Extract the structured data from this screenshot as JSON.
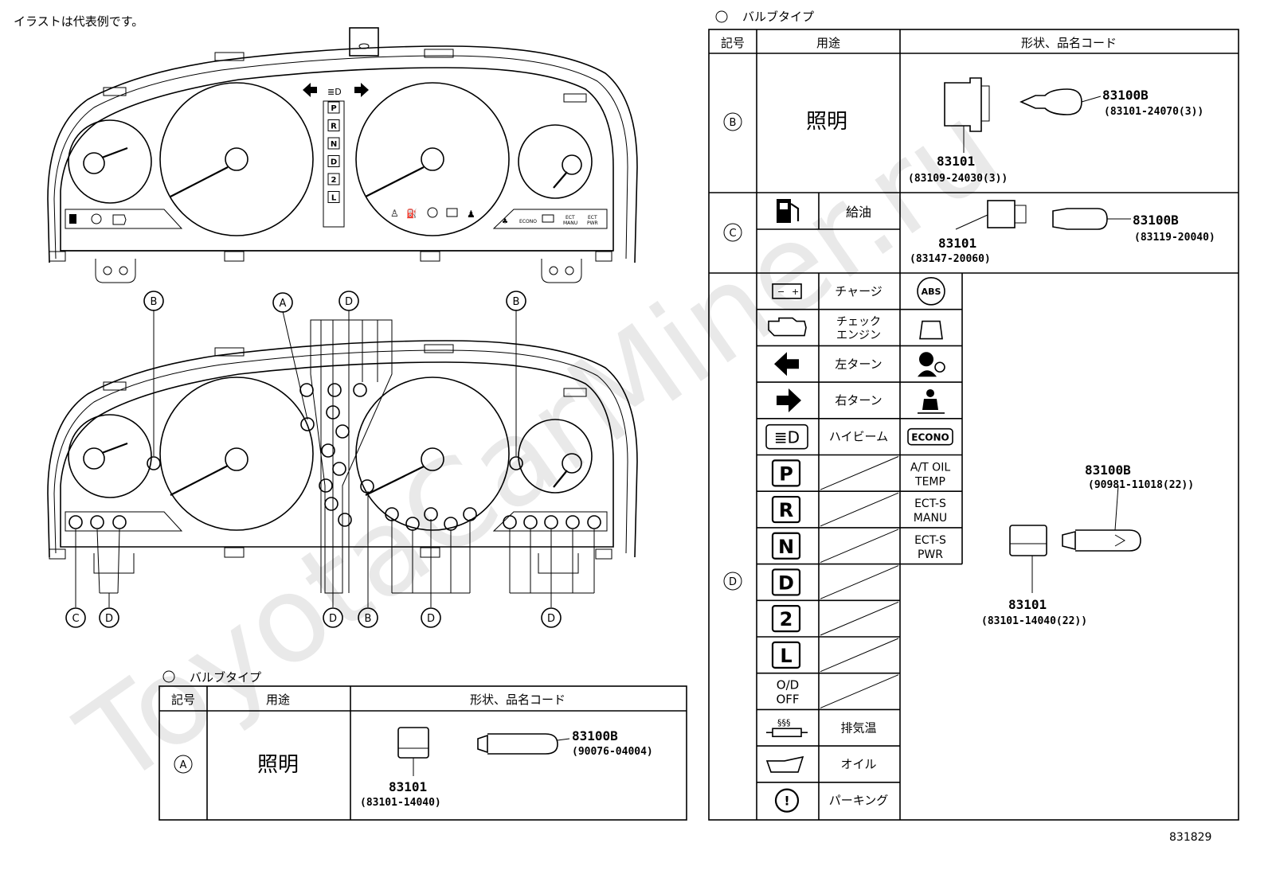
{
  "header": {
    "note": "イラストは代表例です。"
  },
  "footer": {
    "code": "831829"
  },
  "watermark": "ToyotaCarMiner.ru",
  "callouts": {
    "A": "A",
    "B": "B",
    "C": "C",
    "D": "D"
  },
  "table_left": {
    "title": "バルブタイプ",
    "headers": {
      "code": "記号",
      "use": "用途",
      "shape": "形状、品名コード"
    },
    "row_a": {
      "symbol": "A",
      "use": "照明",
      "part1": "83101",
      "part1_code": "(83101-14040)",
      "part2": "83100B",
      "part2_code": "(90076-04004)"
    }
  },
  "table_right": {
    "title": "バルブタイプ",
    "headers": {
      "code": "記号",
      "use": "用途",
      "shape": "形状、品名コード"
    },
    "row_b": {
      "symbol": "B",
      "use": "照明",
      "part1": "83101",
      "part1_code": "(83109-24030(3))",
      "part2": "83100B",
      "part2_code": "(83101-24070(3))"
    },
    "row_c": {
      "symbol": "C",
      "use": "給油",
      "part1": "83101",
      "part1_code": "(83147-20060)",
      "part2": "83100B",
      "part2_code": "(83119-20040)"
    },
    "row_d": {
      "symbol": "D",
      "part1": "83101",
      "part1_code": "(83101-14040(22))",
      "part2": "83100B",
      "part2_code": "(90981-11018(22))",
      "items": {
        "charge": "チャージ",
        "check_engine_1": "チェック",
        "check_engine_2": "エンジン",
        "left_turn": "左ターン",
        "right_turn": "右ターン",
        "high_beam": "ハイビーム",
        "p": "P",
        "r": "R",
        "n": "N",
        "d": "D",
        "two": "2",
        "l": "L",
        "od_off_1": "O/D",
        "od_off_2": "OFF",
        "exhaust": "排気温",
        "oil": "オイル",
        "parking": "パーキング",
        "abs": "ABS",
        "econo": "ECONO",
        "at_oil_1": "A/T OIL",
        "at_oil_2": "TEMP",
        "ects_manu_1": "ECT-S",
        "ects_manu_2": "MANU",
        "ects_pwr_1": "ECT-S",
        "ects_pwr_2": "PWR"
      }
    }
  },
  "cluster": {
    "gear_letters": [
      "P",
      "R",
      "N",
      "D",
      "2",
      "L"
    ],
    "tiny_labels": {
      "ecto": "ECT",
      "ectm": "MANU",
      "ects": "ECT",
      "ectp": "PWR",
      "econo": "ECONO"
    }
  }
}
